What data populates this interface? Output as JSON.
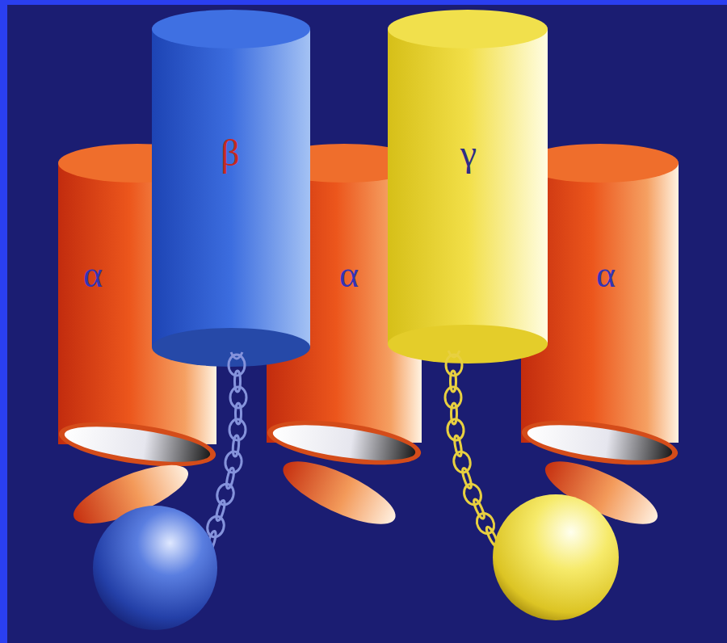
{
  "diagram": {
    "nodes": [
      {
        "text": [
          "α"
        ]
      },
      {
        "text": [
          "β"
        ]
      },
      {
        "text": [
          "α"
        ]
      },
      {
        "text": [
          "γ"
        ]
      },
      {
        "text": [
          "α"
        ]
      }
    ]
  }
}
